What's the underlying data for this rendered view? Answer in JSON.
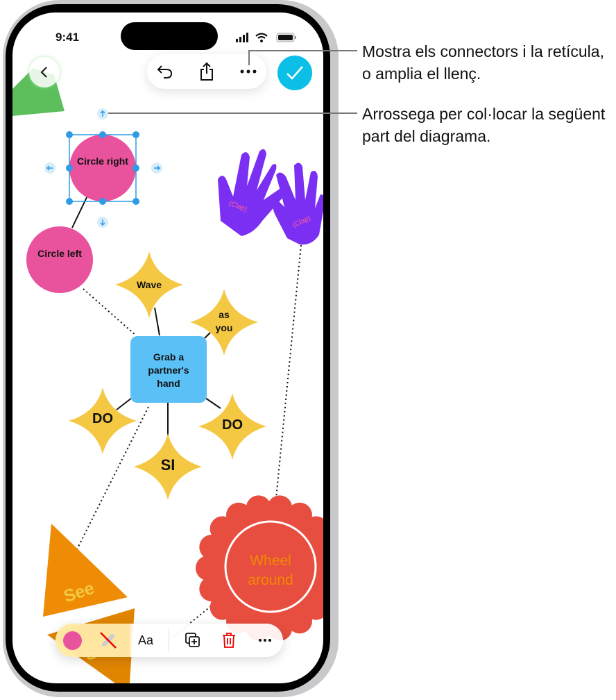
{
  "status_bar": {
    "time": "9:41"
  },
  "toolbar": {
    "back_icon": "chevron-left-icon",
    "undo_icon": "undo-icon",
    "share_icon": "share-icon",
    "more_icon": "ellipsis-icon",
    "done_icon": "checkmark-icon"
  },
  "shapes": {
    "circle_right": "Circle right",
    "circle_left": "Circle left",
    "wave": "Wave",
    "as_you": "as you",
    "center": "Grab a partner's hand",
    "do_left": "DO",
    "do_right": "DO",
    "si": "SI",
    "clap1": "(Clap)",
    "clap2": "(Clap)",
    "wheel": "Wheel around",
    "see": "See",
    "saw": "Sa"
  },
  "format_bar": {
    "fill_color": "#e9529c",
    "text_label": "Aa",
    "duplicate_icon": "duplicate-icon",
    "delete_icon": "trash-icon",
    "more_icon": "ellipsis-icon"
  },
  "callouts": {
    "more": "Mostra els connectors i la retícula, o amplia el llenç.",
    "drag": "Arrossega per col·locar la següent part del diagrama."
  },
  "colors": {
    "accent": "#0bbfe6",
    "pink": "#e9529c",
    "star": "#f5c843",
    "box": "#5bc0f5",
    "purple": "#7b2ff2",
    "red": "#e84e3f",
    "orange": "#ee8c05",
    "selection": "#2d9be6"
  }
}
